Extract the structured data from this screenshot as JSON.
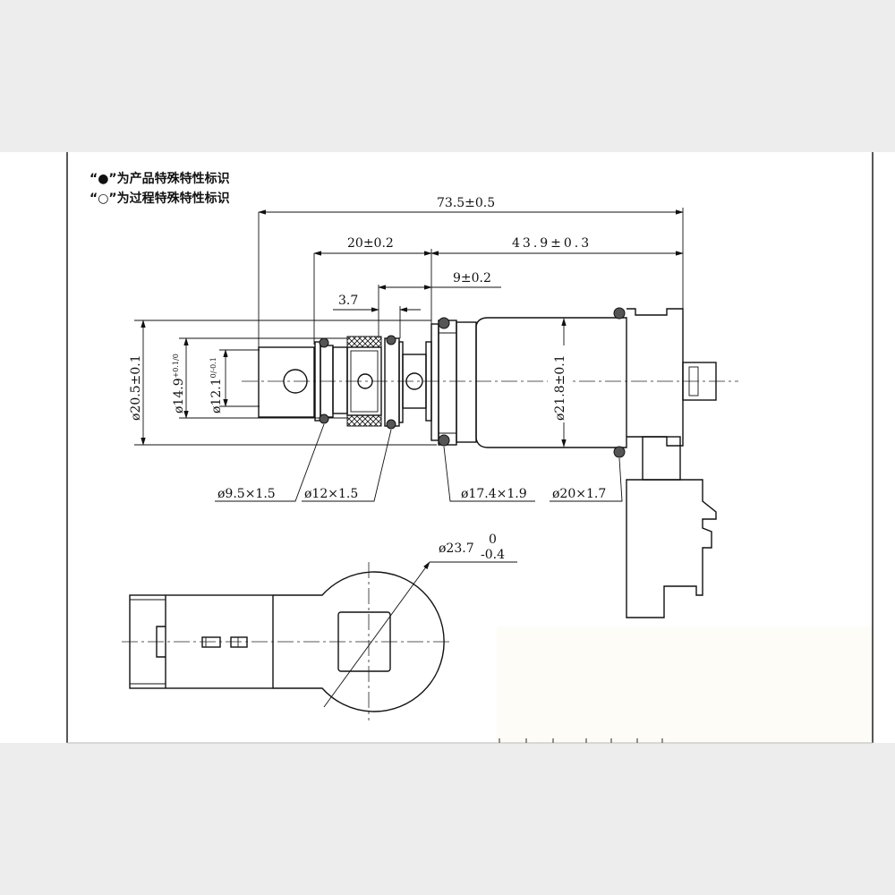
{
  "legend": {
    "product_mark": "“●”为产品特殊特性标识",
    "process_mark": "“○”为过程特殊特性标识"
  },
  "dimensions": {
    "overall_length": "73.5±0.5",
    "front_length": "20±0.2",
    "rear_length": "43.9±0.3",
    "flange_offset": "9±0.2",
    "groove_width": "3.7",
    "dia_outer": "ø20.5±0.1",
    "dia_mid": "ø14.9",
    "dia_mid_tol": "+0.1/0",
    "dia_inner": "ø12.1",
    "dia_inner_tol": "0/-0.1",
    "dia_body": "ø21.8±0.1",
    "dia_head": "ø23.7",
    "dia_head_tol_upper": "0",
    "dia_head_tol_lower": "-0.4"
  },
  "orings": [
    {
      "label": "ø9.5×1.5"
    },
    {
      "label": "ø12×1.5"
    },
    {
      "label": "ø17.4×1.9"
    },
    {
      "label": "ø20×1.7"
    }
  ]
}
